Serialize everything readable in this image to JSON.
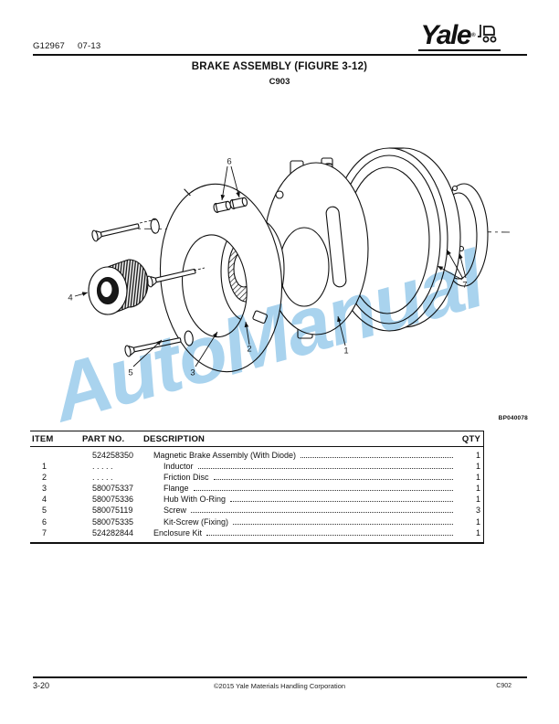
{
  "header": {
    "doc_number": "G12967",
    "date_code": "07-13",
    "brand": "Yale",
    "brand_reg": "®"
  },
  "title": "BRAKE ASSEMBLY (FIGURE 3-12)",
  "subtitle": "C903",
  "figure": {
    "watermark": "AutoManual",
    "code": "BP040078",
    "callouts": [
      "1",
      "2",
      "3",
      "4",
      "5",
      "6",
      "7"
    ]
  },
  "table": {
    "headers": {
      "item": "ITEM",
      "part_no": "PART NO.",
      "description": "DESCRIPTION",
      "qty": "QTY"
    },
    "rows": [
      {
        "item": "",
        "part_no": "524258350",
        "description": "Magnetic Brake Assembly (With Diode)",
        "qty": "1",
        "indent": 0
      },
      {
        "item": "1",
        "part_no": ". . . . .",
        "description": "Inductor",
        "qty": "1",
        "indent": 1
      },
      {
        "item": "2",
        "part_no": ". . . . .",
        "description": "Friction Disc",
        "qty": "1",
        "indent": 1
      },
      {
        "item": "3",
        "part_no": "580075337",
        "description": "Flange",
        "qty": "1",
        "indent": 1
      },
      {
        "item": "4",
        "part_no": "580075336",
        "description": "Hub With O-Ring",
        "qty": "1",
        "indent": 1
      },
      {
        "item": "5",
        "part_no": "580075119",
        "description": "Screw",
        "qty": "3",
        "indent": 1
      },
      {
        "item": "6",
        "part_no": "580075335",
        "description": "Kit-Screw (Fixing)",
        "qty": "1",
        "indent": 1
      },
      {
        "item": "7",
        "part_no": "524282844",
        "description": "Enclosure Kit",
        "qty": "1",
        "indent": 0
      }
    ]
  },
  "footer": {
    "page_number": "3-20",
    "copyright": "©2015 Yale Materials Handling Corporation",
    "code": "C902"
  },
  "colors": {
    "watermark": "#a9d3ee",
    "ink": "#111111"
  }
}
